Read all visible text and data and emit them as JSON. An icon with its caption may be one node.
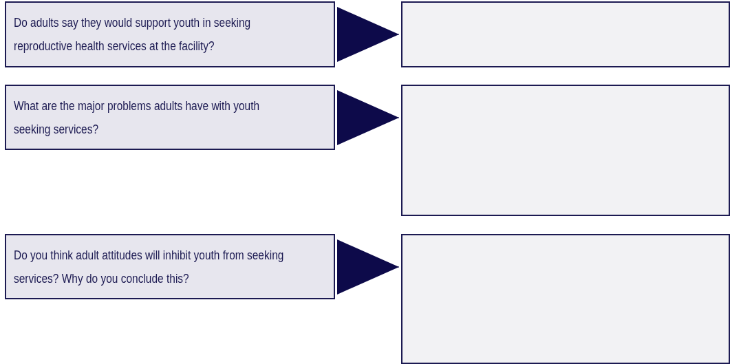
{
  "diagram": {
    "nodes": [
      {
        "text": [
          "Do adults say they would support youth in seeking reproductive health services at the facility?"
        ]
      },
      {
        "text": [],
        "shape": "box"
      },
      {
        "text": [
          "What are the major problems adults have with youth seeking services?"
        ]
      },
      {
        "text": [],
        "shape": "box"
      },
      {
        "text": [
          "Do you think adult attitudes will inhibit youth from seeking services? Why do you conclude this?"
        ]
      },
      {
        "text": [],
        "shape": "box"
      }
    ],
    "edges": [
      {
        "from": 0,
        "to": 1,
        "arrow": "to"
      },
      {
        "from": 2,
        "to": 3,
        "arrow": "to"
      },
      {
        "from": 4,
        "to": 5,
        "arrow": "to"
      }
    ]
  }
}
